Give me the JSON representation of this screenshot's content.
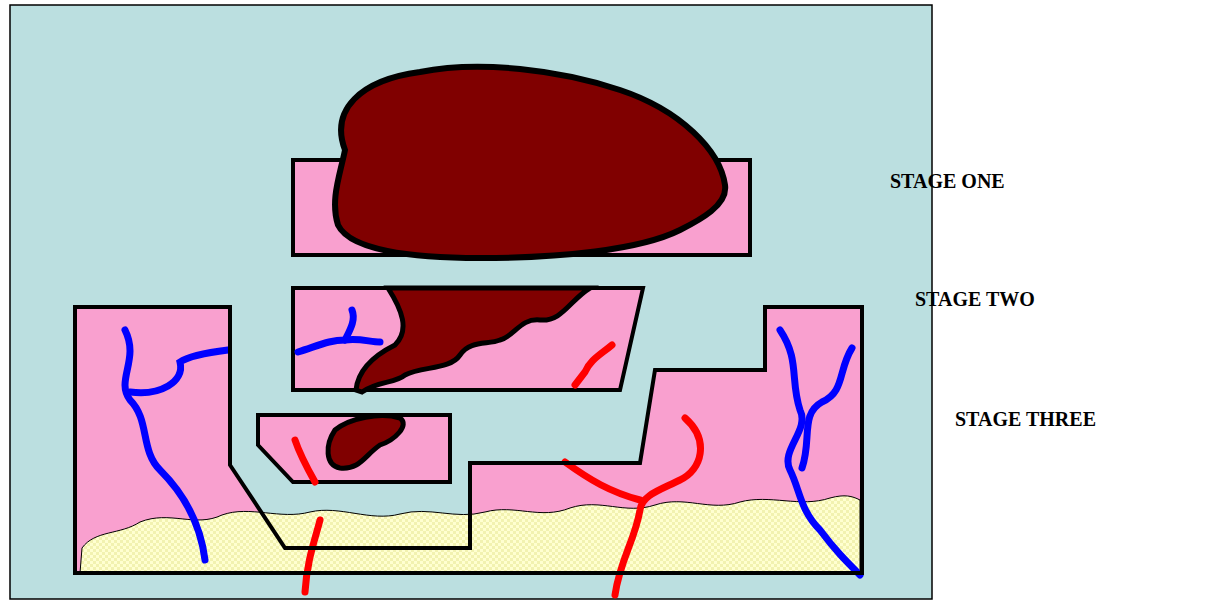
{
  "diagram": {
    "labels": [
      "STAGE ONE",
      "STAGE TWO",
      "STAGE THREE"
    ]
  }
}
